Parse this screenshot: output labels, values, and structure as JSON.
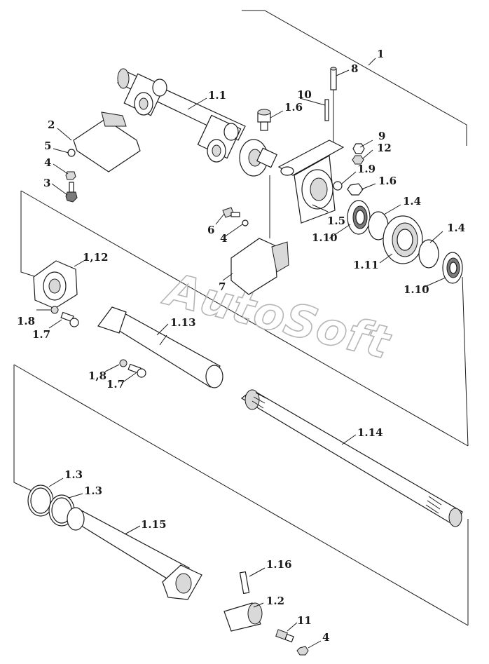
{
  "watermark": "AutoSoft",
  "labels": {
    "l1": "1",
    "l8": "8",
    "l1_1": "1.1",
    "l10": "10",
    "l1_6a": "1.6",
    "l2": "2",
    "l5a": "5",
    "l4a": "4",
    "l3": "3",
    "l9": "9",
    "l12a": "12",
    "l1_9": "1.9",
    "l1_6b": "1.6",
    "l1_4a": "1.4",
    "l6": "6",
    "l4b": "4",
    "l1_5": "1.5",
    "l1_10a": "1.10",
    "l1_4b": "1.4",
    "l1_12": "1,12",
    "l1_11": "1.11",
    "l7a": "7",
    "l1_10b": "1.10",
    "l1_8a": "1.8",
    "l1_7a": "1.7",
    "l1_13": "1.13",
    "l1_8b": "1,8",
    "l1_7b": "1.7",
    "l1_14": "1.14",
    "l1_3a": "1.3",
    "l1_3b": "1.3",
    "l1_15": "1.15",
    "l1_16": "1.16",
    "l1_2": "1.2",
    "l11": "11",
    "l4c": "4"
  }
}
